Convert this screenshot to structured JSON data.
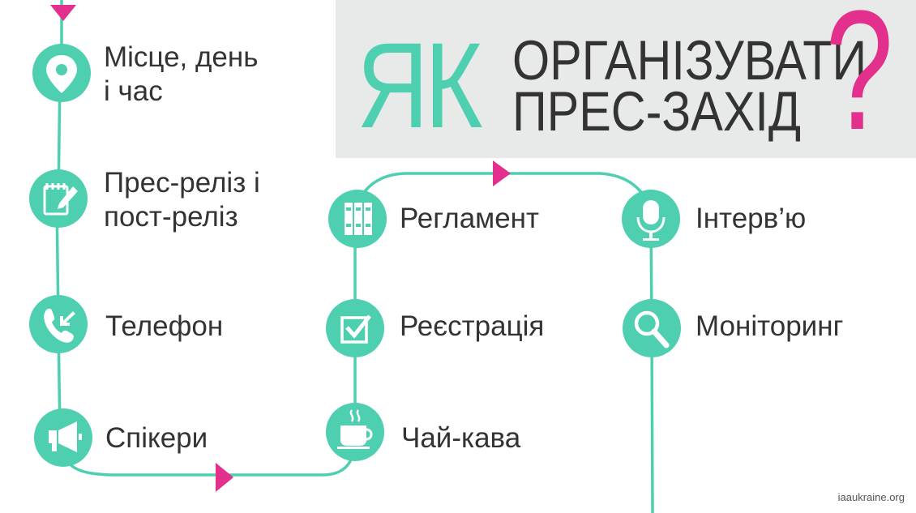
{
  "title": {
    "big": "ЯК",
    "line1": "ОРГАНІЗУВАТИ",
    "line2": "ПРЕС-ЗАХІД",
    "mark": "?"
  },
  "steps": [
    {
      "label": "Місце, день\nі час",
      "icon": "location-pin-icon"
    },
    {
      "label": "Прес-реліз і\nпост-реліз",
      "icon": "notepad-pencil-icon"
    },
    {
      "label": "Телефон",
      "icon": "phone-icon"
    },
    {
      "label": "Спікери",
      "icon": "megaphone-icon"
    },
    {
      "label": "Регламент",
      "icon": "binders-icon"
    },
    {
      "label": "Реєстрація",
      "icon": "checkbox-icon"
    },
    {
      "label": "Чай-кава",
      "icon": "coffee-cup-icon"
    },
    {
      "label": "Інтерв’ю",
      "icon": "microphone-icon"
    },
    {
      "label": "Моніторинг",
      "icon": "magnifier-icon"
    }
  ],
  "footer": "iaaukraine.org",
  "colors": {
    "accent": "#4ecfb0",
    "arrow": "#e2308c",
    "text": "#333333",
    "panel": "#e8eaea"
  }
}
